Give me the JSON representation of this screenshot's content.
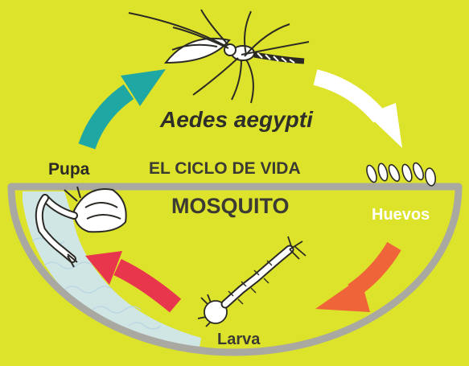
{
  "species": "Aedes aegypti",
  "title_line1": "EL CICLO DE VIDA",
  "title_line2": "MOSQUITO",
  "stages": {
    "pupa": "Pupa",
    "eggs": "Huevos",
    "larva": "Larva",
    "adult": "mosquito-adult-icon"
  },
  "colors": {
    "background": "#dde22a",
    "basin": "#a9a9a2",
    "water": "#cfe6ef",
    "arrow_adult_to_eggs": "#ffffff",
    "arrow_eggs_to_larva": "#f0643a",
    "arrow_larva_to_pupa": "#e8364d",
    "arrow_pupa_to_adult": "#1fa7a4"
  }
}
